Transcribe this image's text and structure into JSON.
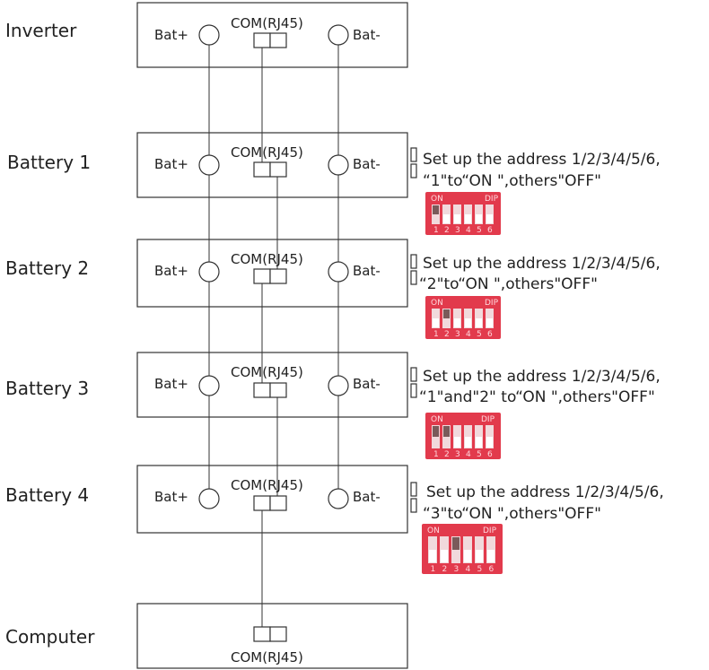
{
  "labels": {
    "inverter": "Inverter",
    "battery1": "Battery 1",
    "battery2": "Battery 2",
    "battery3": "Battery 3",
    "battery4": "Battery 4",
    "computer": "Computer"
  },
  "terminals": {
    "bat_pos": "Bat+",
    "bat_neg": "Bat-",
    "com": "COM(RJ45)"
  },
  "notes": {
    "b1_line1": "Set up the address 1/2/3/4/5/6,",
    "b1_line2": "“1\"to“ON \",others\"OFF\"",
    "b2_line1": "Set up the address 1/2/3/4/5/6,",
    "b2_line2": "“2\"to“ON \",others\"OFF\"",
    "b3_line1": "Set up the address 1/2/3/4/5/6,",
    "b3_line2": "“1\"and\"2\" to“ON \",others\"OFF\"",
    "b4_line1": "Set up the address 1/2/3/4/5/6,",
    "b4_line2": "“3\"to“ON \",others\"OFF\""
  },
  "dip": {
    "on_label": "ON",
    "dip_label": "DIP",
    "numbers": [
      "1",
      "2",
      "3",
      "4",
      "5",
      "6"
    ]
  },
  "colors": {
    "dip_red": "#e23a4c"
  }
}
